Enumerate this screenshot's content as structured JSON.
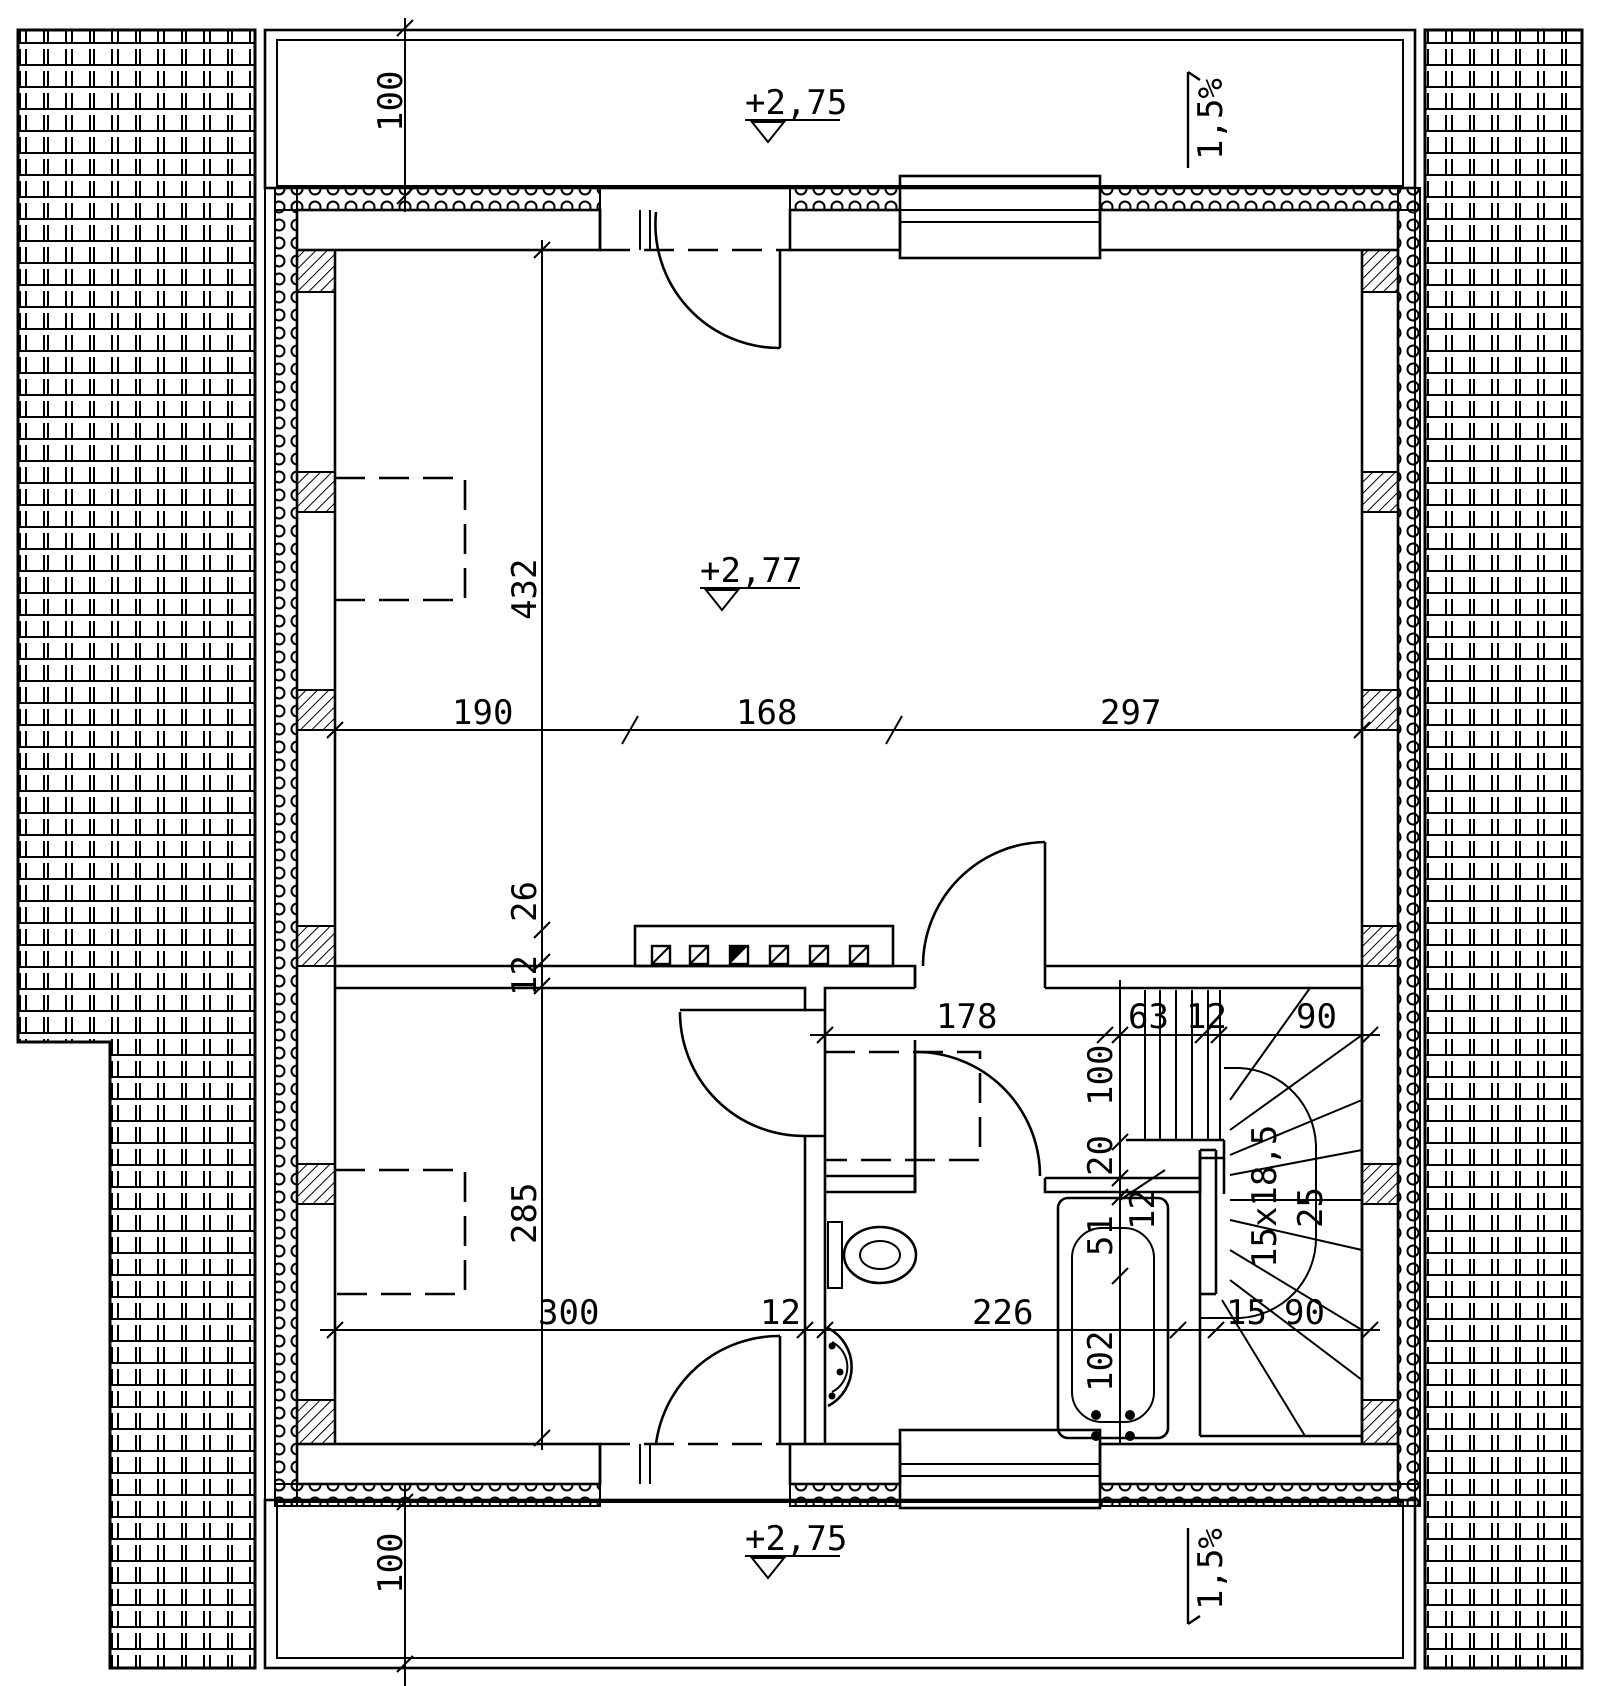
{
  "levels": {
    "balcony_top": "+2,75",
    "main_room": "+2,77",
    "balcony_bottom": "+2,75"
  },
  "slopes": {
    "top": "1,5%",
    "bottom": "1,5%"
  },
  "dimensions": {
    "balcony_top_depth": "100",
    "balcony_bottom_depth": "100",
    "room_depth": "432",
    "wall_26": "26",
    "wall_12_left": "12",
    "lower_room_depth": "285",
    "upper_width_1": "190",
    "upper_width_2": "168",
    "upper_width_3": "297",
    "lower_width_1": "300",
    "lower_width_2": "12",
    "lower_width_3": "226",
    "lower_width_4": "15",
    "lower_width_5": "90",
    "bath_width": "178",
    "stair_63": "63",
    "stair_12": "12",
    "stair_90": "90",
    "stair_100": "100",
    "stair_20": "20",
    "stair_12b": "12",
    "stair_51": "51",
    "stair_steps": "15x18,5",
    "stair_25": "25",
    "tub_length": "102"
  },
  "colors": {
    "line": "#000000",
    "background": "#ffffff"
  }
}
